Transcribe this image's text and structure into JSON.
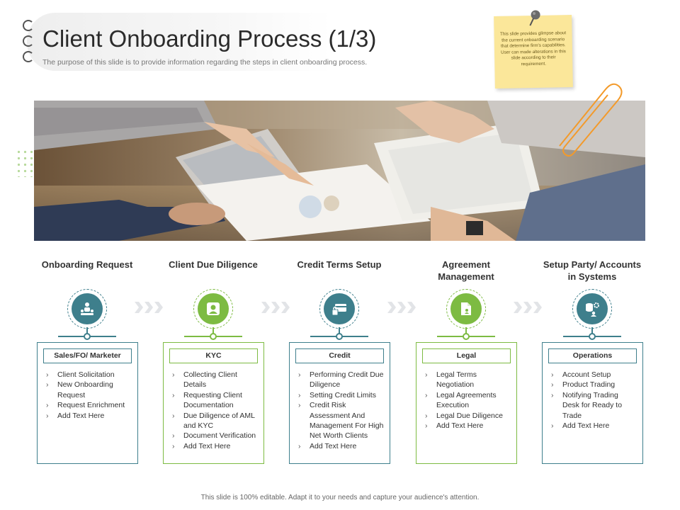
{
  "header": {
    "title": "Client Onboarding Process (1/3)",
    "subtitle": "The purpose of this slide is to provide information regarding the steps in client onboarding process."
  },
  "note": {
    "text": "This slide provides glimpse about the current onboarding scenario that determine firm's capabilities. User can made alterations in this slide according to their requirement."
  },
  "colors": {
    "teal": "#3e7f8c",
    "green": "#7dbb42",
    "sticky": "#fbe79a",
    "clip": "#f39a2a"
  },
  "steps": [
    {
      "title": "Onboarding Request",
      "icon": "users-group-icon",
      "color": "teal",
      "card": {
        "heading": "Sales/FO/ Marketer",
        "items": [
          "Client Solicitation",
          "New Onboarding Request",
          "Request Enrichment",
          "Add Text Here"
        ]
      }
    },
    {
      "title": "Client Due Diligence",
      "icon": "user-profile-icon",
      "color": "green",
      "card": {
        "heading": "KYC",
        "items": [
          "Collecting Client Details",
          "Requesting Client Documentation",
          "Due Diligence of AML and KYC",
          "Document Verification",
          "Add Text Here"
        ]
      }
    },
    {
      "title": "Credit Terms Setup",
      "icon": "credit-card-lock-icon",
      "color": "teal",
      "card": {
        "heading": "Credit",
        "items": [
          "Performing Credit Due Diligence",
          "Setting Credit Limits",
          "Credit Risk Assessment And Management For High Net Worth Clients",
          "Add Text Here"
        ]
      }
    },
    {
      "title": "Agreement Management",
      "icon": "document-person-icon",
      "color": "green",
      "card": {
        "heading": "Legal",
        "items": [
          "Legal Terms Negotiation",
          "Legal Agreements Execution",
          "Legal Due Diligence",
          "Add Text Here"
        ]
      }
    },
    {
      "title": "Setup Party/ Accounts in Systems",
      "icon": "database-gear-icon",
      "color": "teal",
      "card": {
        "heading": "Operations",
        "items": [
          "Account Setup",
          "Product Trading",
          "Notifying Trading Desk for Ready to Trade",
          "Add Text Here"
        ]
      }
    }
  ],
  "footer": {
    "text": "This slide is 100% editable. Adapt it to your needs and capture your audience's attention."
  }
}
